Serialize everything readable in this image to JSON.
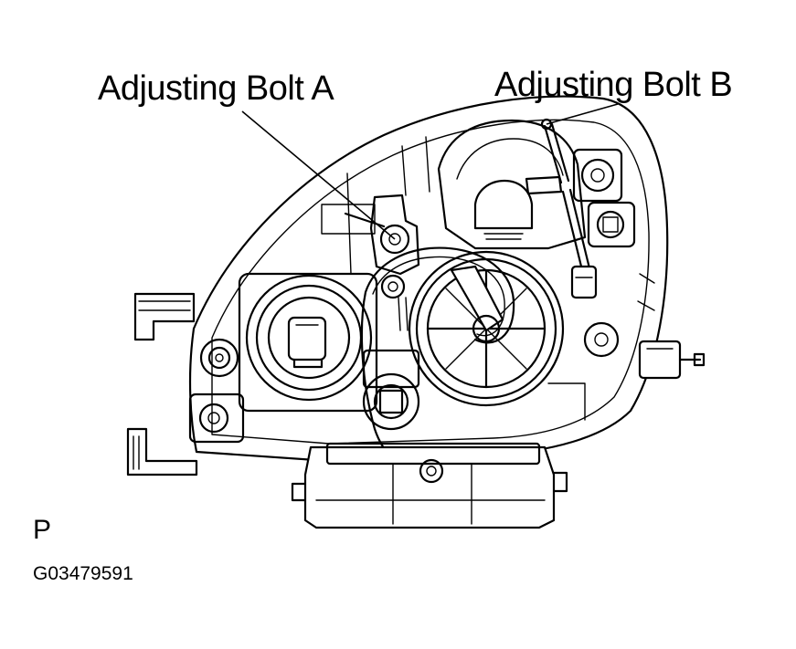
{
  "callouts": {
    "bolt_a": "Adjusting Bolt A",
    "bolt_b": "Adjusting Bolt B"
  },
  "view_letter": "P",
  "figure_code": "G03479591"
}
